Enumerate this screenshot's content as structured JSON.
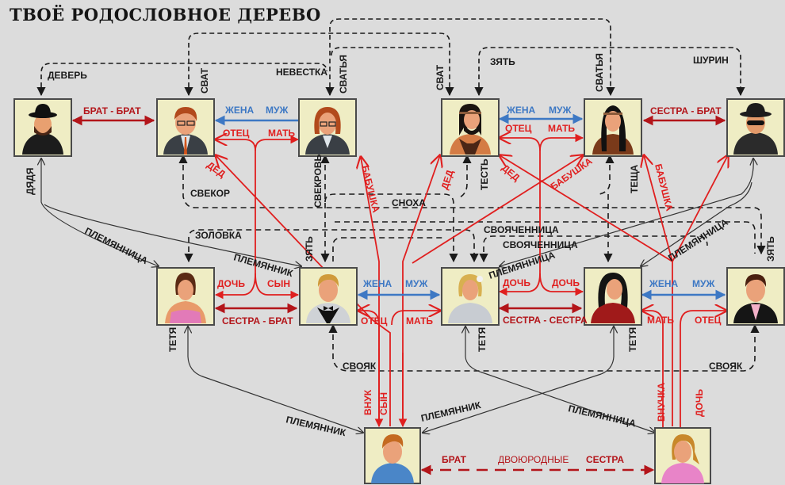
{
  "title": "ТВОЁ РОДОСЛОВНОЕ ДЕРЕВО",
  "colors": {
    "background": "#dcdcdc",
    "box": "#efedc4",
    "blood_relation": "#e01f1f",
    "sibling_relation": "#b3151a",
    "marriage_relation": "#3d78c4",
    "in_law_relation": "#1a1a1a"
  },
  "persons": [
    {
      "id": "p1",
      "icon": "man-hat-beard-avatar-icon",
      "row": "grandparents"
    },
    {
      "id": "p2",
      "icon": "man-glasses-avatar-icon",
      "row": "grandparents"
    },
    {
      "id": "p3",
      "icon": "woman-glasses-avatar-icon",
      "row": "grandparents"
    },
    {
      "id": "p4",
      "icon": "man-bearded-headband-avatar-icon",
      "row": "grandparents"
    },
    {
      "id": "p5",
      "icon": "woman-long-hair-headband-avatar-icon",
      "row": "grandparents"
    },
    {
      "id": "p6",
      "icon": "man-hat-sunglasses-avatar-icon",
      "row": "grandparents"
    },
    {
      "id": "p7",
      "icon": "woman-pink-dress-avatar-icon",
      "row": "parents"
    },
    {
      "id": "p8",
      "icon": "man-bowtie-avatar-icon",
      "row": "parents"
    },
    {
      "id": "p9",
      "icon": "woman-bride-avatar-icon",
      "row": "parents"
    },
    {
      "id": "p10",
      "icon": "woman-red-jacket-avatar-icon",
      "row": "parents"
    },
    {
      "id": "p11",
      "icon": "man-suit-avatar-icon",
      "row": "parents"
    },
    {
      "id": "p12",
      "icon": "boy-avatar-icon",
      "row": "children"
    },
    {
      "id": "p13",
      "icon": "girl-avatar-icon",
      "row": "children"
    }
  ],
  "labels": {
    "dever": "ДЕВЕРЬ",
    "svat1": "СВАТ",
    "nevestka": "НЕВЕСТКА",
    "svatya1": "СВАТЬЯ",
    "svat2": "СВАТ",
    "zyat_top": "ЗЯТЬ",
    "svatya2": "СВАТЬЯ",
    "shurin": "ШУРИН",
    "brat_brat": "БРАТ - БРАТ",
    "zhena1": "ЖЕНА",
    "muzh1": "МУЖ",
    "otets1": "ОТЕЦ",
    "mat1": "МАТЬ",
    "zhena2": "ЖЕНА",
    "muzh2": "МУЖ",
    "otets2": "ОТЕЦ",
    "mat2": "МАТЬ",
    "sestra_brat_top": "СЕСТРА - БРАТ",
    "dyadya": "ДЯДЯ",
    "ded1": "ДЕД",
    "svekor": "СВЕКОР",
    "svekrov": "СВЕКРОВЬ",
    "babushka1": "БАБУШКА",
    "ded2": "ДЕД",
    "test": "ТЕСТЬ",
    "ded3": "ДЕД",
    "babushka2": "БАБУШКА",
    "tescha": "ТЕЩА",
    "babushka3": "БАБУШКА",
    "snokha": "СНОХА",
    "svoyachenitsa1": "СВОЯЧЕННИЦА",
    "svoyachenitsa2": "СВОЯЧЕННИЦА",
    "zolovka": "ЗОЛОВКА",
    "plemyannitsa1": "ПЛЕМЯННИЦА",
    "plemyannik1": "ПЛЕМЯННИК",
    "zyat_mid": "ЗЯТЬ",
    "plemyannitsa2": "ПЛЕМЯННИЦА",
    "plemyannitsa3": "ПЛЕМЯННИЦА",
    "zyat_right": "ЗЯТЬ",
    "doch1": "ДОЧЬ",
    "syn1": "СЫН",
    "sestra_brat_mid": "СЕСТРА - БРАТ",
    "zhena3": "ЖЕНА",
    "muzh3": "МУЖ",
    "otets3": "ОТЕЦ",
    "mat3": "МАТЬ",
    "doch2": "ДОЧЬ",
    "doch3": "ДОЧЬ",
    "sestra_sestra": "СЕСТРА - СЕСТРА",
    "zhena4": "ЖЕНА",
    "muzh4": "МУЖ",
    "mat4": "МАТЬ",
    "otets4": "ОТЕЦ",
    "tetya1": "ТЕТЯ",
    "tetya2": "ТЕТЯ",
    "tetya3": "ТЕТЯ",
    "svoyak1": "СВОЯК",
    "svoyak2": "СВОЯК",
    "vnuk": "ВНУК",
    "syn2": "СЫН",
    "vnuchka": "ВНУЧКА",
    "doch4": "ДОЧЬ",
    "plemyannik2": "ПЛЕМЯННИК",
    "plemyannik3": "ПЛЕМЯННИК",
    "plemyannitsa4": "ПЛЕМЯННИЦА",
    "brat_bottom": "БРАТ",
    "dvoyurodnye": "ДВОЮРОДНЫЕ",
    "sestra_bottom": "СЕСТРА"
  }
}
